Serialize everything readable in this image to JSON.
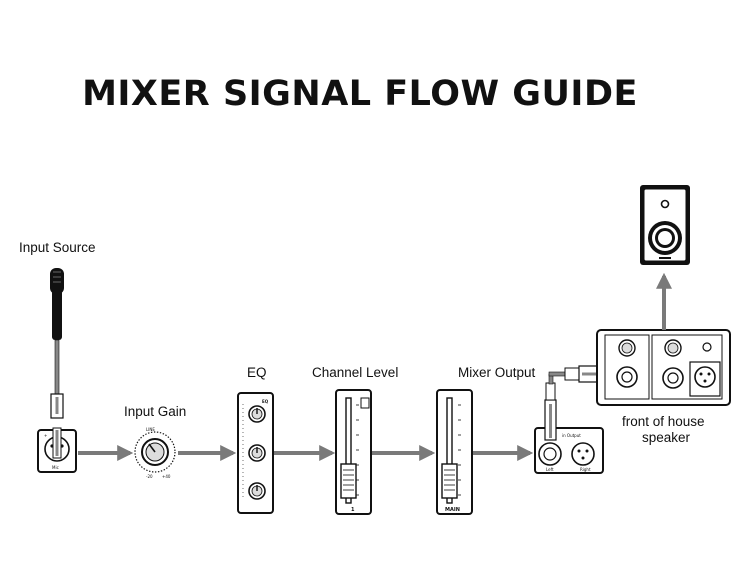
{
  "title": "MIXER SIGNAL FLOW GUIDE",
  "labels": {
    "input_source": "Input Source",
    "input_gain": "Input Gain",
    "eq": "EQ",
    "channel_level": "Channel Level",
    "mixer_output": "Mixer Output",
    "speaker_line1": "front of house",
    "speaker_line2": "speaker"
  },
  "colors": {
    "arrow": "#7a7a7a",
    "line": "#111111",
    "panel": "#ffffff"
  }
}
